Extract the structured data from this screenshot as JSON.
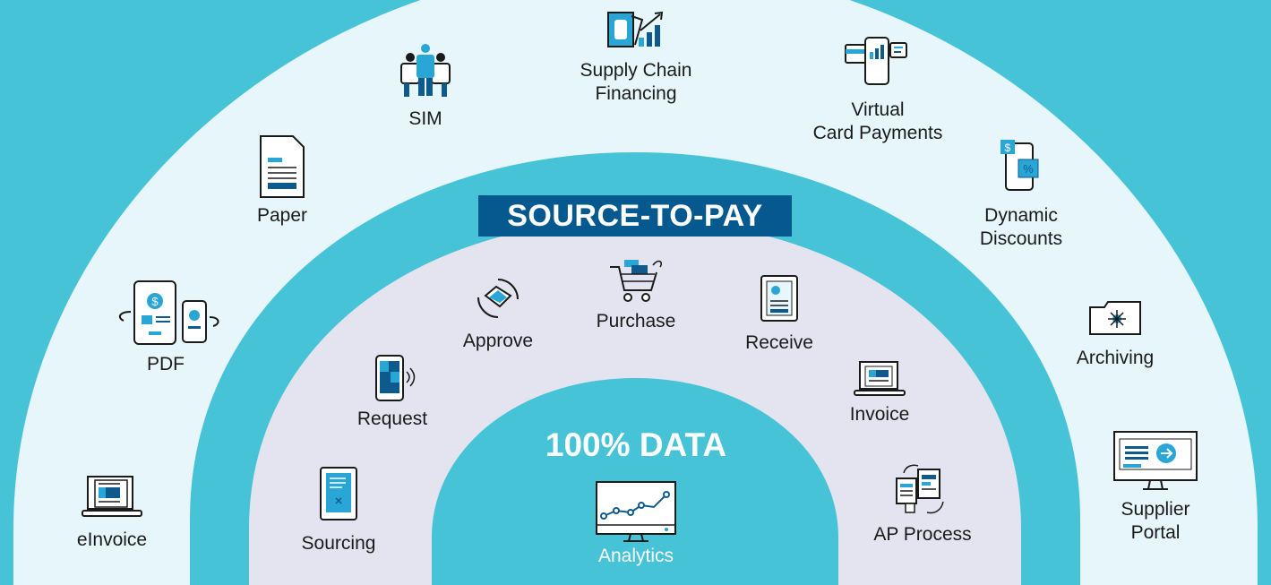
{
  "outer_ring": {
    "items": [
      {
        "label": "eInvoice",
        "icon": "einvoice-laptop-icon"
      },
      {
        "label": "PDF",
        "icon": "pdf-tablet-phone-icon"
      },
      {
        "label": "Paper",
        "icon": "paper-document-icon"
      },
      {
        "label": "SIM",
        "icon": "sim-people-icon"
      },
      {
        "label": "Supply Chain\nFinancing",
        "line1": "Supply Chain",
        "line2": "Financing",
        "icon": "supply-chain-financing-icon"
      },
      {
        "label": "Virtual Card Payments",
        "line1": "Virtual",
        "line2": "Card Payments",
        "icon": "virtual-card-payments-icon"
      },
      {
        "label": "Dynamic Discounts",
        "line1": "Dynamic",
        "line2": "Discounts",
        "icon": "dynamic-discounts-phone-icon"
      },
      {
        "label": "Archiving",
        "icon": "archiving-folder-icon"
      },
      {
        "label": "Supplier Portal",
        "line1": "Supplier",
        "line2": "Portal",
        "icon": "supplier-portal-monitor-icon"
      }
    ]
  },
  "middle_ring": {
    "badge": "SOURCE-TO-PAY",
    "items": [
      {
        "label": "Sourcing",
        "icon": "sourcing-tablet-icon"
      },
      {
        "label": "Request",
        "icon": "request-phone-icon"
      },
      {
        "label": "Approve",
        "icon": "approve-hand-icon"
      },
      {
        "label": "Purchase",
        "icon": "purchase-cart-icon"
      },
      {
        "label": "Receive",
        "icon": "receive-document-icon"
      },
      {
        "label": "Invoice",
        "icon": "invoice-laptop-icon"
      },
      {
        "label": "AP Process",
        "icon": "ap-process-documents-icon"
      }
    ]
  },
  "inner_ring": {
    "title": "100% DATA",
    "items": [
      {
        "label": "Analytics",
        "icon": "analytics-monitor-icon"
      }
    ]
  },
  "colors": {
    "background": "#46c3d6",
    "outer_band": "#e6f6fb",
    "middle_band": "#e4e4f0",
    "badge": "#06598f",
    "icon_dark": "#1a1a1a",
    "icon_blue": "#2aa6d6",
    "icon_navy": "#0f5a8c"
  }
}
